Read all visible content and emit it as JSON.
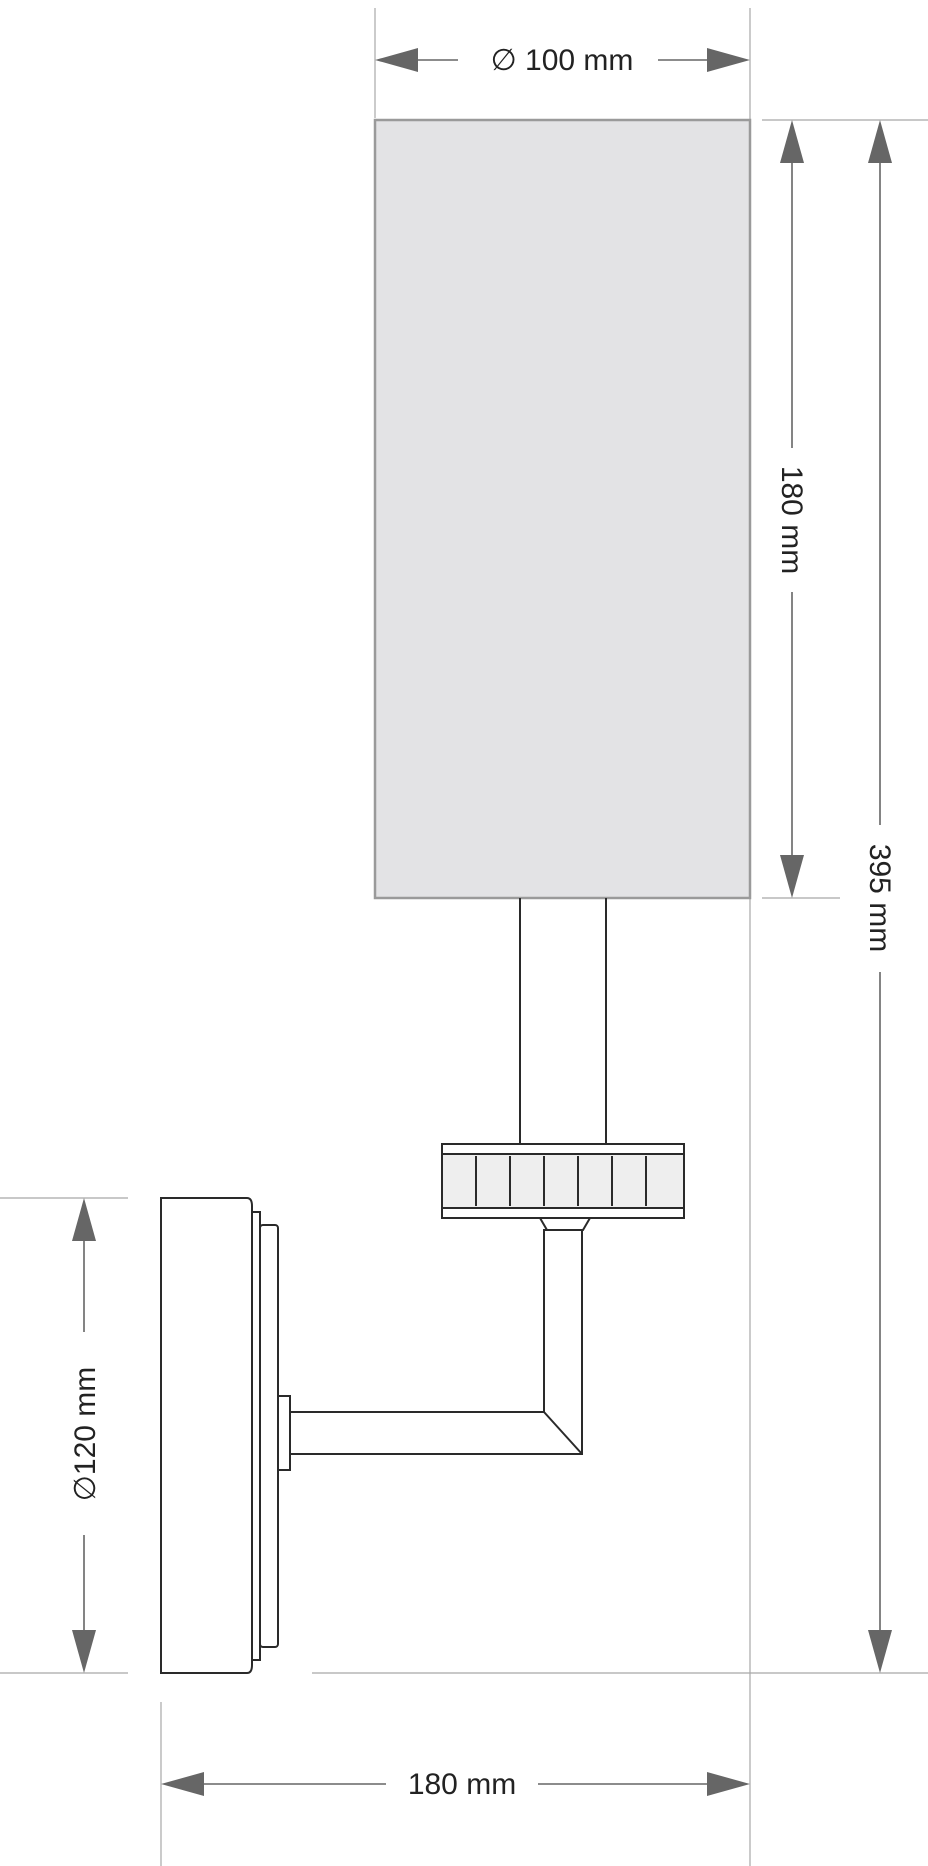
{
  "dimensions": {
    "shade_diameter": "∅ 100 mm",
    "shade_height": "180 mm",
    "total_height": "395 mm",
    "backplate_diameter": "∅120 mm",
    "projection": "180 mm"
  },
  "colors": {
    "shade_fill": "#e3e3e5",
    "shade_outline": "#9a9a9a",
    "part_outline": "#2a2a2a",
    "dimension_line": "#666666",
    "extension_line": "#a8a8a8"
  }
}
